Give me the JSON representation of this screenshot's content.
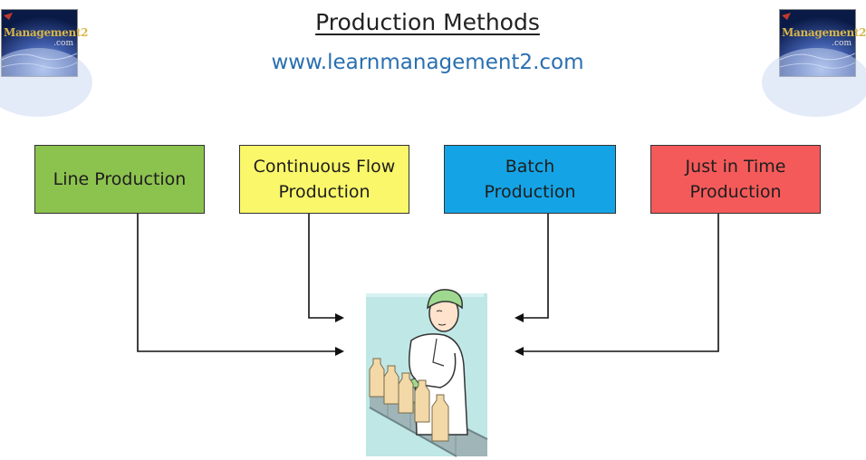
{
  "header": {
    "title": "Production Methods",
    "url": "www.learnmanagement2.com"
  },
  "logo": {
    "text": "Management2",
    "suffix": ".com"
  },
  "methods": [
    {
      "label": "Line Production",
      "color": "#8cc24e"
    },
    {
      "label": "Continuous Flow\nProduction",
      "color": "#faf76a"
    },
    {
      "label": "Batch\nProduction",
      "color": "#14a4e6"
    },
    {
      "label": "Just in Time\nProduction",
      "color": "#f55a5a"
    }
  ],
  "illustration": {
    "icon": "factory-worker-bottling-line-icon"
  }
}
